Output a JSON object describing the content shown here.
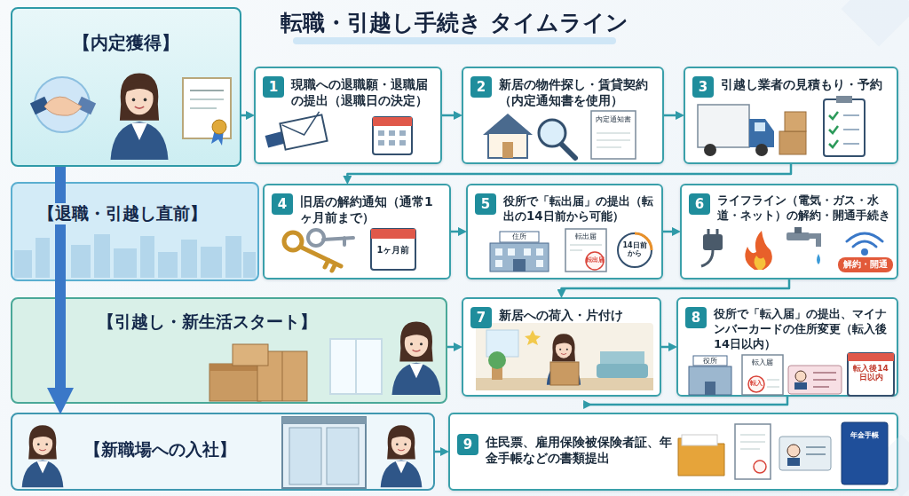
{
  "diagram": {
    "title": "転職・引越し手続き タイムライン",
    "nodes": [
      {
        "text": [
          "【内定獲得】"
        ]
      },
      {
        "text": [
          "1",
          "現職への退職願・退職届の提出（退職日の決定）"
        ]
      },
      {
        "text": [
          "2",
          "新居の物件探し・賃貸契約（内定通知書を使用）"
        ]
      },
      {
        "text": [
          "3",
          "引越し業者の見積もり・予約"
        ]
      },
      {
        "text": [
          "【退職・引越し直前】"
        ]
      },
      {
        "text": [
          "4",
          "旧居の解約通知（通常1ヶ月前まで）"
        ]
      },
      {
        "text": [
          "5",
          "役所で「転出届」の提出（転出の14日前から可能）"
        ]
      },
      {
        "text": [
          "6",
          "ライフライン（電気・ガス・水道・ネット）の解約・開通手続き"
        ]
      },
      {
        "text": [
          "【引越し・新生活スタート】"
        ]
      },
      {
        "text": [
          "7",
          "新居への荷入・片付け"
        ]
      },
      {
        "text": [
          "8",
          "役所で「転入届」の提出、マイナンバーカードの住所変更（転入後14日以内）"
        ]
      },
      {
        "text": [
          "【新職場への入社】"
        ]
      },
      {
        "text": [
          "9",
          "住民票、雇用保険被保険者証、年金手帳などの書類提出"
        ]
      }
    ],
    "edges": [
      {
        "from": 0,
        "to": 1,
        "arrow": "to"
      },
      {
        "from": 1,
        "to": 2,
        "arrow": "to"
      },
      {
        "from": 2,
        "to": 3,
        "arrow": "to"
      },
      {
        "from": 3,
        "to": 5,
        "arrow": "to"
      },
      {
        "from": 5,
        "to": 6,
        "arrow": "to"
      },
      {
        "from": 6,
        "to": 7,
        "arrow": "to"
      },
      {
        "from": 7,
        "to": 9,
        "arrow": "to"
      },
      {
        "from": 8,
        "to": 9,
        "arrow": "to"
      },
      {
        "from": 9,
        "to": 10,
        "arrow": "to"
      },
      {
        "from": 10,
        "to": 12,
        "arrow": "to"
      },
      {
        "from": 11,
        "to": 12,
        "arrow": "to"
      },
      {
        "from": 0,
        "to": 11,
        "arrow": "to"
      }
    ],
    "labels": [
      "内定通知書",
      "1ヶ月前",
      "住所",
      "転出届",
      "転出届",
      "14日前から",
      "解約・開通",
      "役所",
      "転入届",
      "転入",
      "転入後14日以内",
      "年金手帳"
    ]
  }
}
